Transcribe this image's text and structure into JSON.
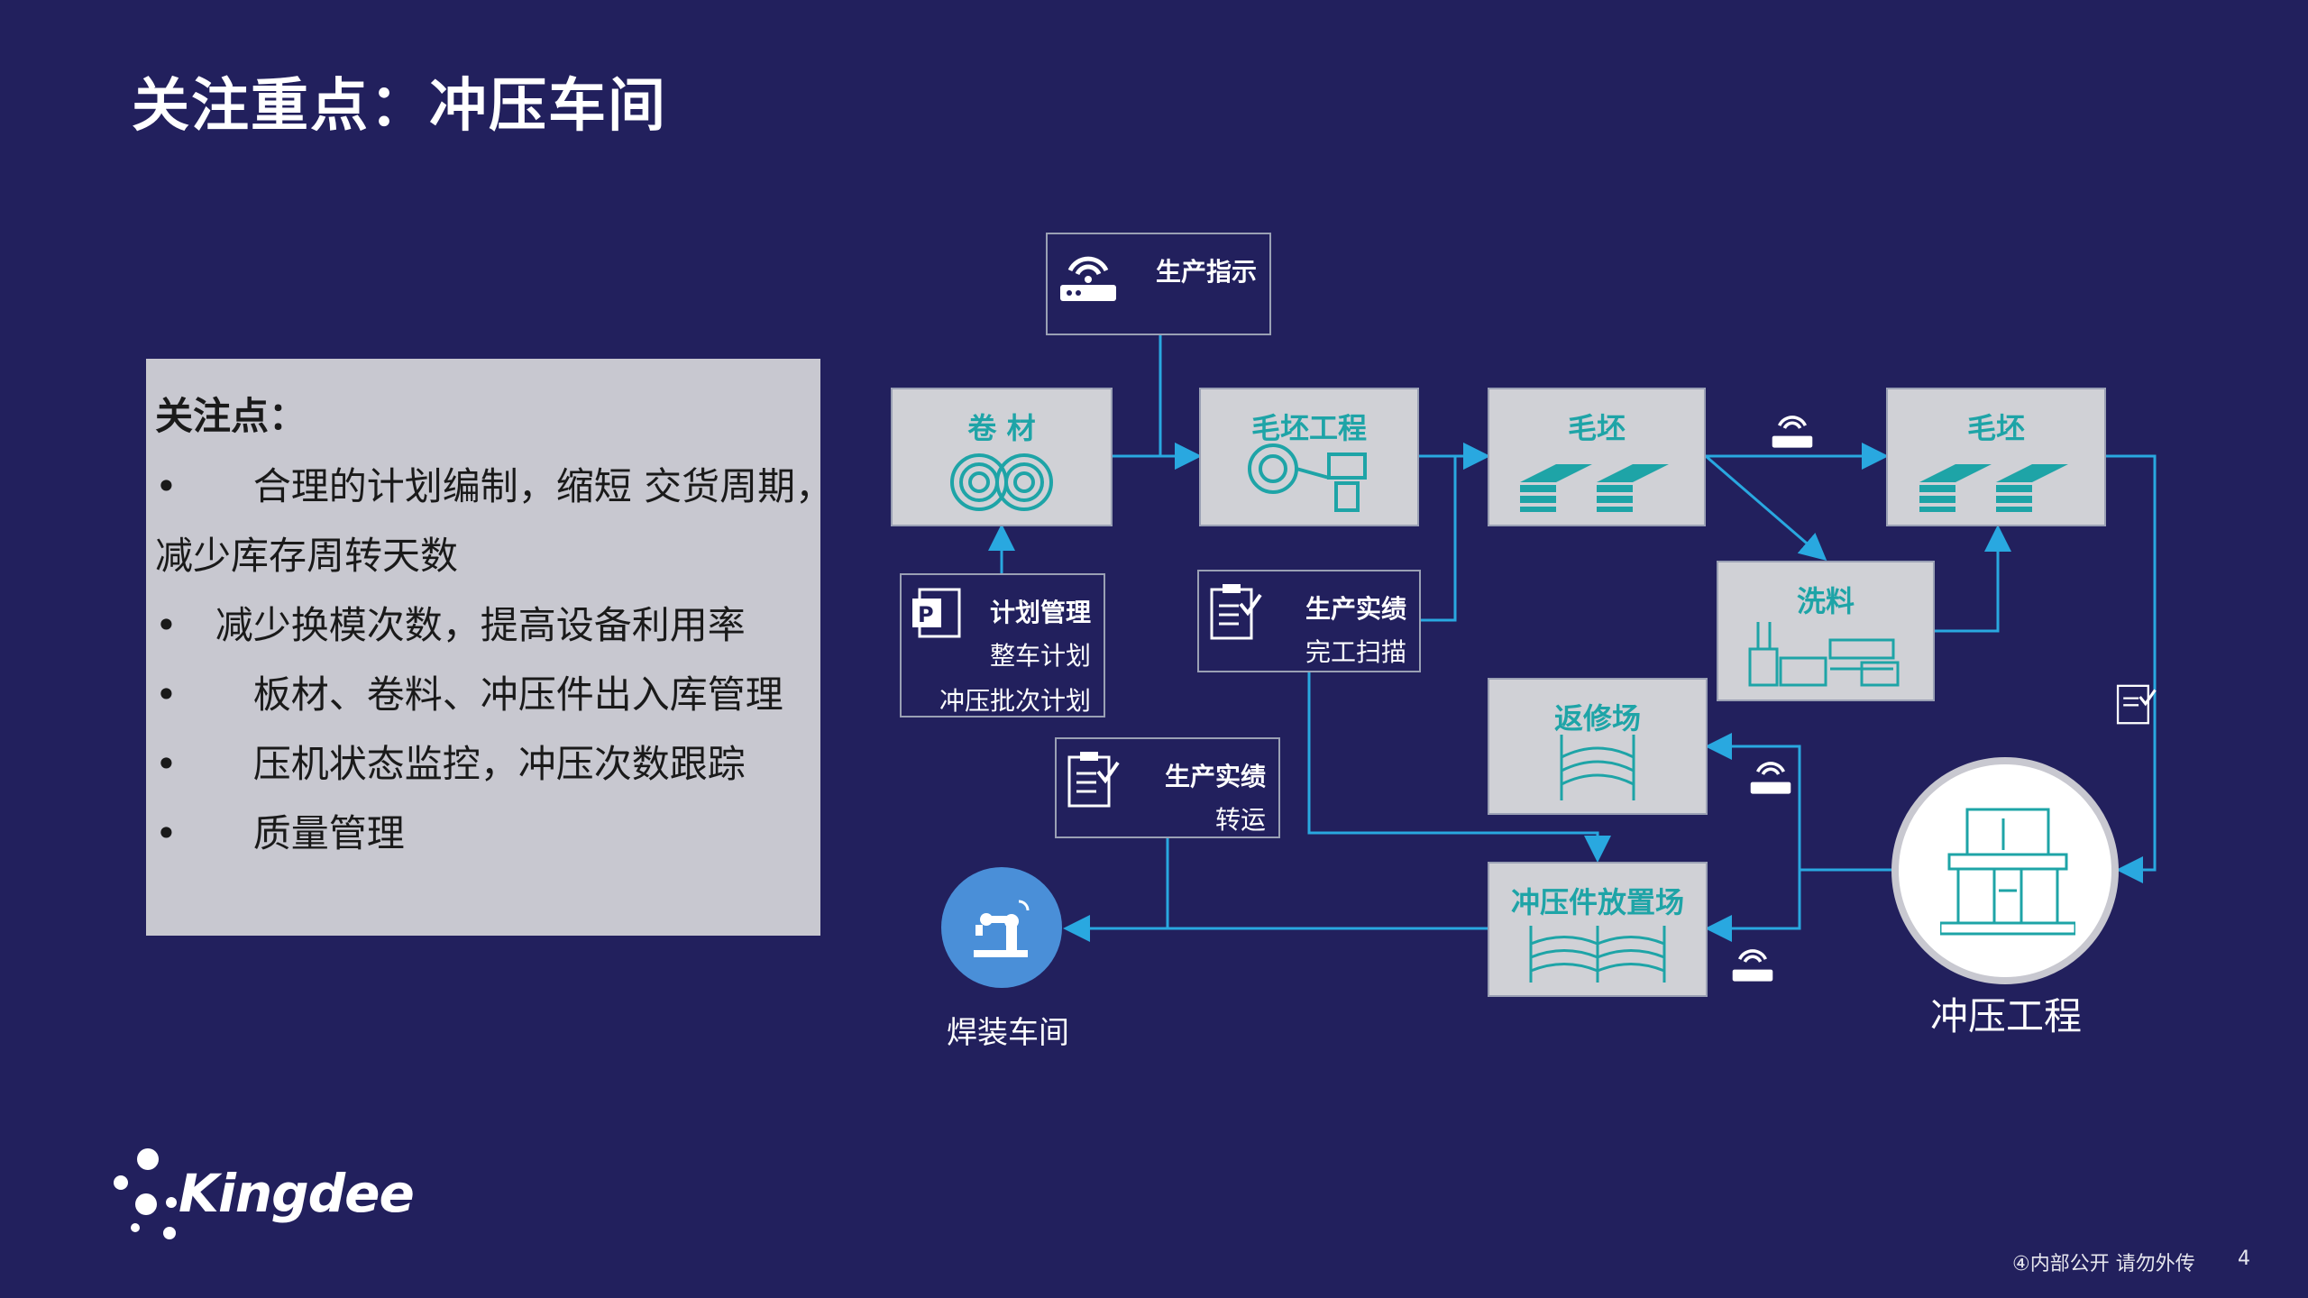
{
  "title": "关注重点：冲压车间",
  "panel": {
    "heading": "关注点：",
    "lines": [
      "•　　合理的计划编制，缩短 交货周期，",
      "减少库存周转天数",
      "•　减少换模次数，提高设备利用率",
      "•　　板材、卷料、冲压件出入库管理",
      "•　　压机状态监控，冲压次数跟踪",
      "•　　质量管理"
    ]
  },
  "nodes": {
    "coil": "卷 材",
    "blank_process": "毛坯工程",
    "blank1": "毛坯",
    "blank2": "毛坯",
    "wash": "洗料",
    "repair": "返修场",
    "storage": "冲压件放置场"
  },
  "info": {
    "instruction": "生产指示",
    "plan_title": "计划管理",
    "plan_line1": "整车计划",
    "plan_line2": "冲压批次计划",
    "perf1_title": "生产实绩",
    "perf1_line": "完工扫描",
    "perf2_title": "生产实绩",
    "perf2_line": "转运"
  },
  "captions": {
    "welding": "焊装车间",
    "stamping": "冲压工程"
  },
  "footer": {
    "notice": "④内部公开 请勿外传",
    "page": "4",
    "logo": "Kingdee"
  },
  "colors": {
    "background": "#22205d",
    "node_fill": "#d0d1d6",
    "teal": "#1ea4a7",
    "arrow": "#29a8e0",
    "welding_circle": "#4a8fd8"
  }
}
